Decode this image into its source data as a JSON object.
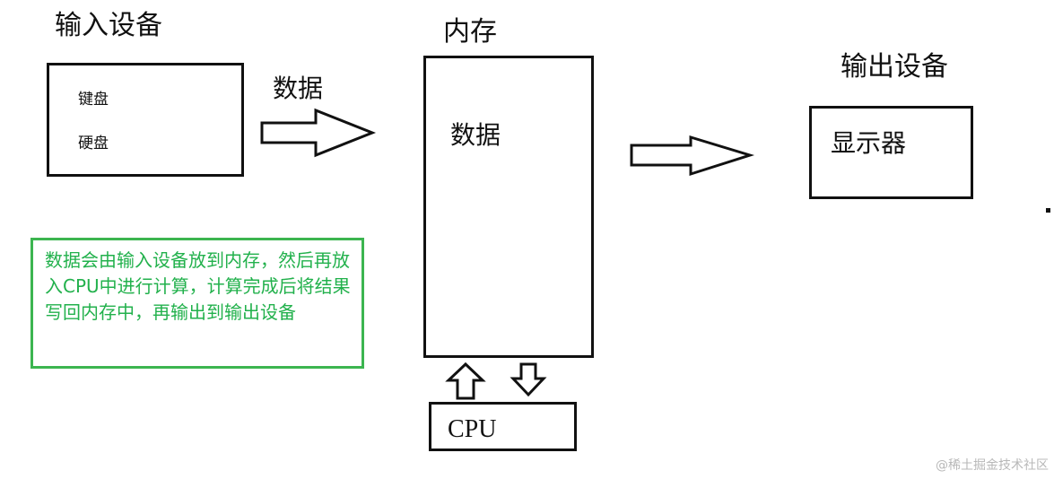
{
  "input_device": {
    "title": "输入设备",
    "items": [
      "键盘",
      "硬盘"
    ]
  },
  "flow_label_data": "数据",
  "memory": {
    "title": "内存",
    "content": "数据"
  },
  "output_device": {
    "title": "输出设备",
    "item": "显示器"
  },
  "cpu": {
    "label": "CPU"
  },
  "note": {
    "text": "数据会由输入设备放到内存，然后再放入CPU中进行计算，计算完成后将结果写回内存中，再输出到输出设备"
  },
  "watermark": "@稀土掘金技术社区",
  "colors": {
    "stroke": "#111111",
    "note_border": "#3cb550",
    "note_text": "#22b14c",
    "watermark": "#b8b8b8"
  },
  "icons": {
    "input_to_memory": "right-arrow-icon",
    "memory_to_output": "right-arrow-icon",
    "cpu_to_memory": "up-arrow-icon",
    "memory_to_cpu": "down-arrow-icon"
  }
}
